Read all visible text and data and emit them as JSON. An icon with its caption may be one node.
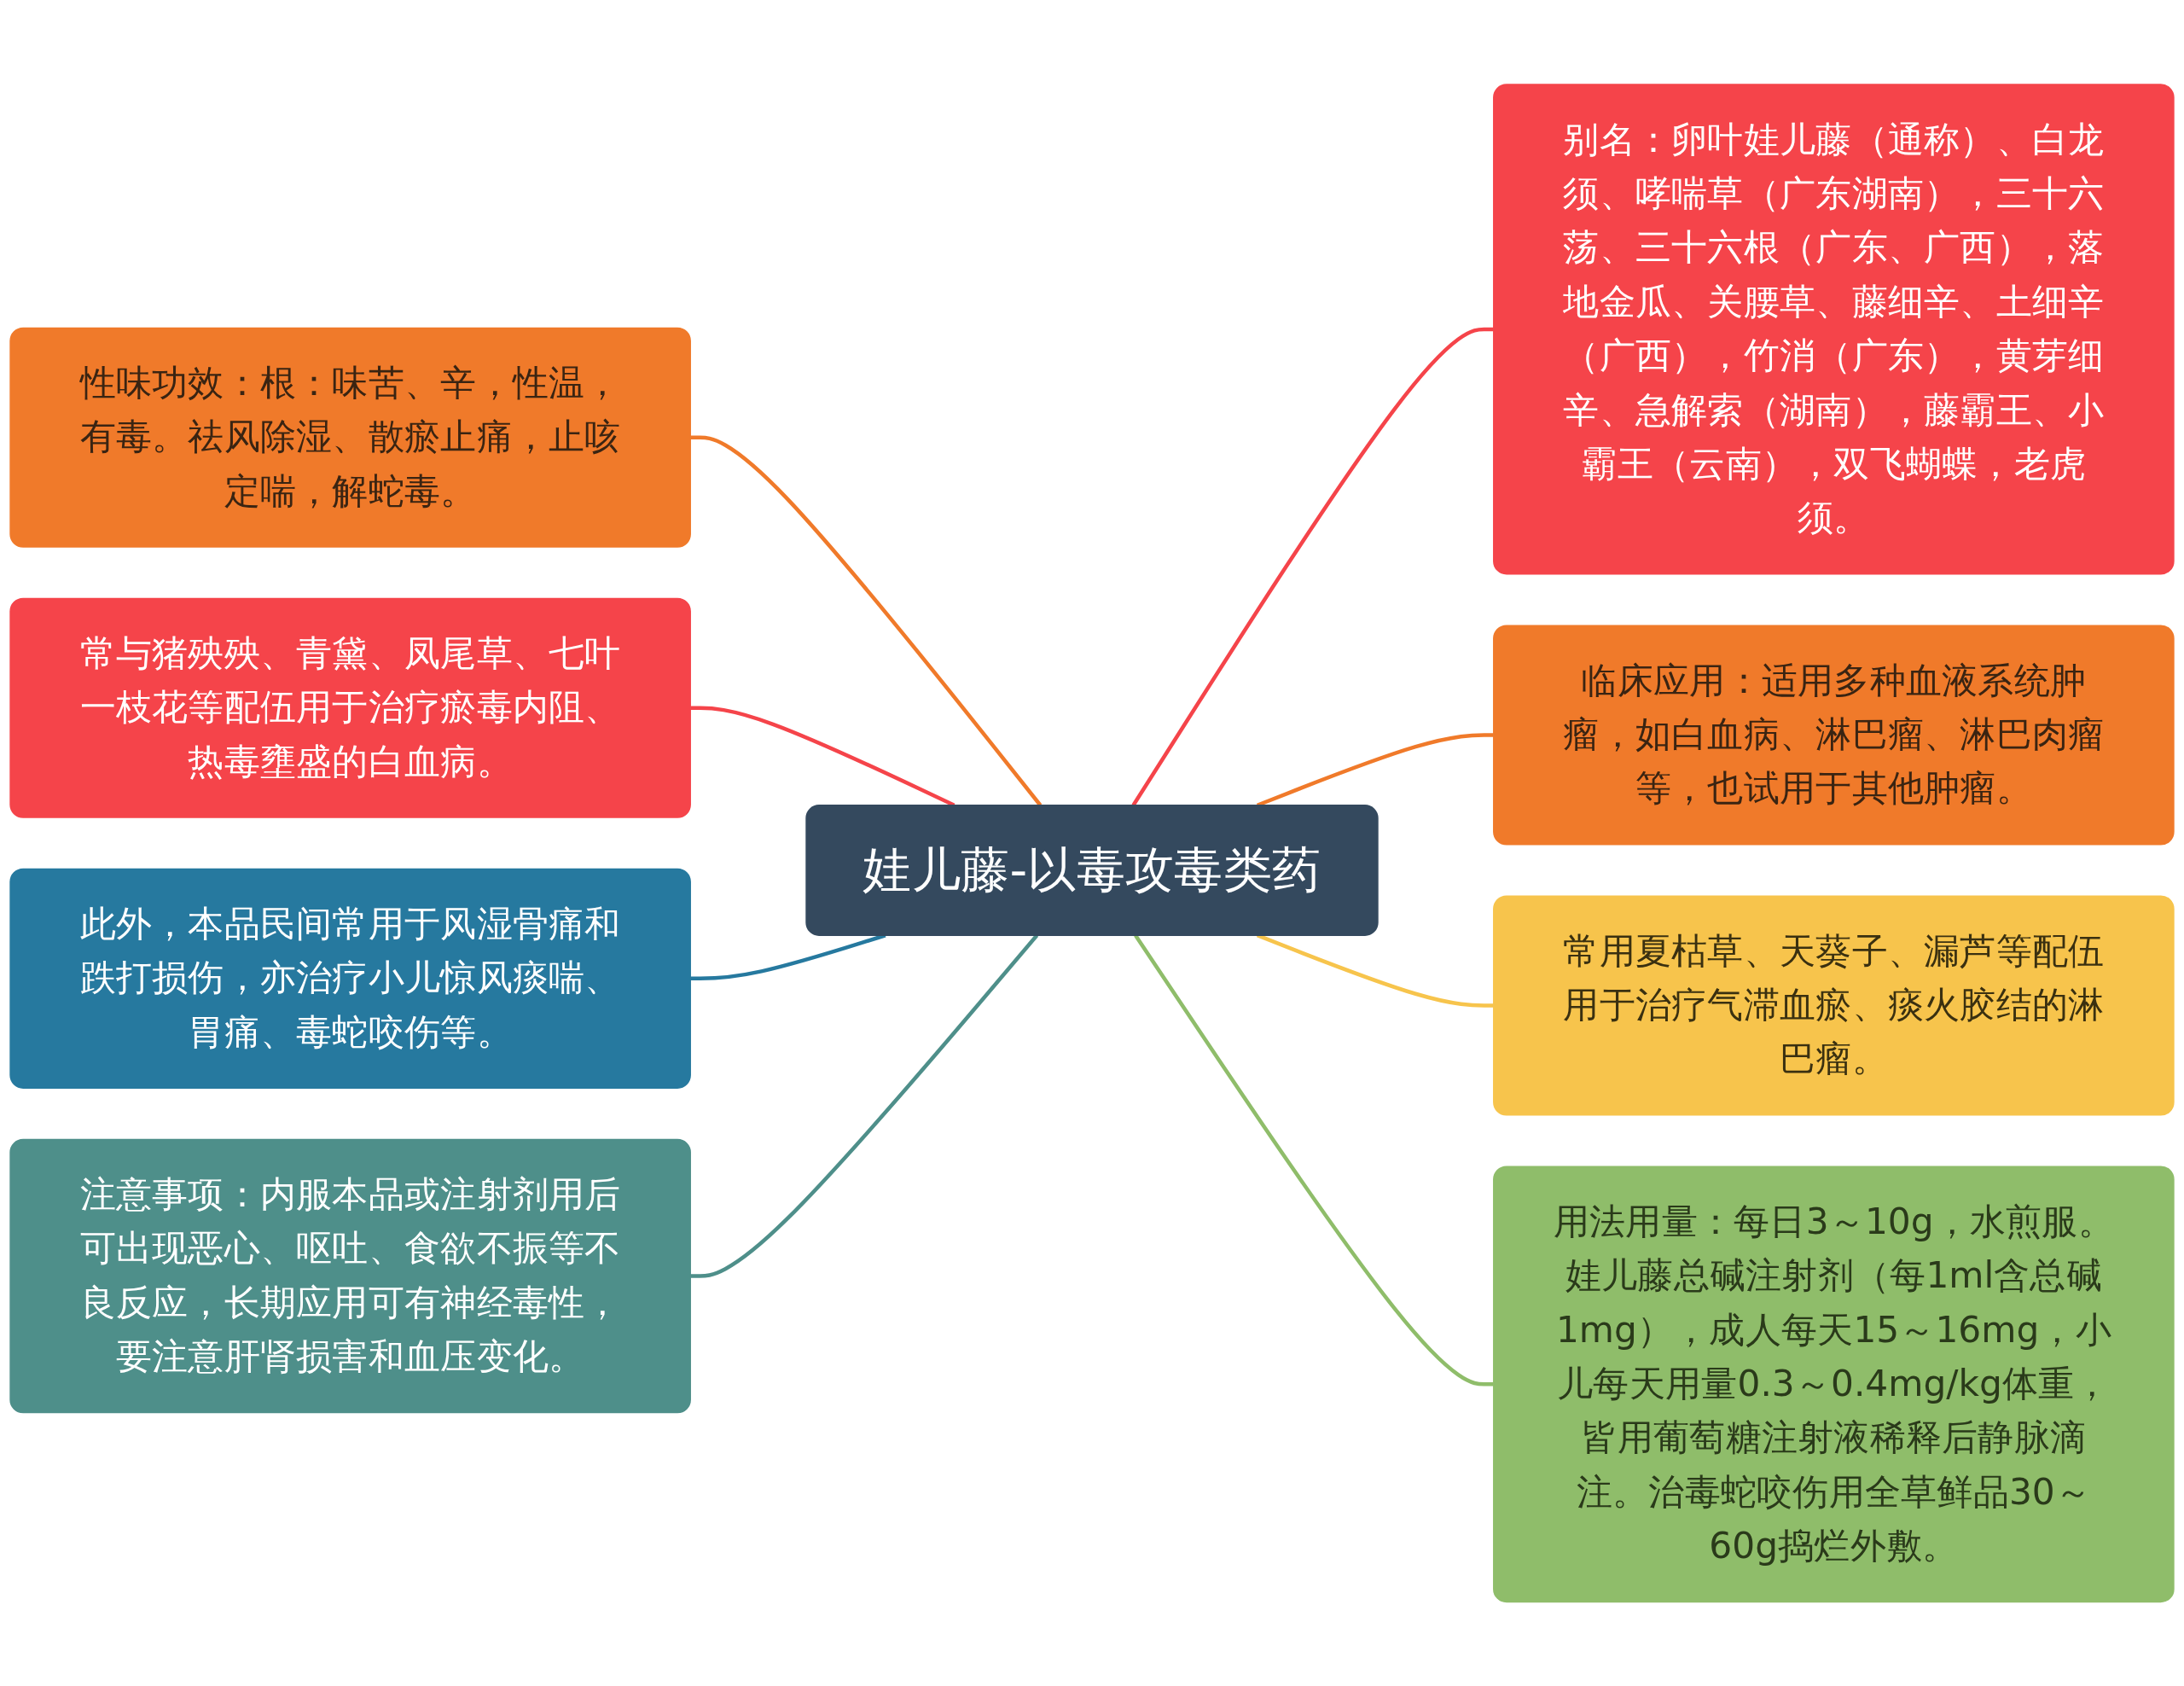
{
  "diagram": {
    "nodes": [
      {
        "text": [
          "娃儿藤-以毒攻毒类药"
        ]
      },
      {
        "text": [
          "性味功效：根：味苦、辛，性温，有毒。祛风除湿、散瘀止痛，止咳定喘，解蛇毒。"
        ]
      },
      {
        "text": [
          "常与猪殃殃、青黛、凤尾草、七叶一枝花等配伍用于治疗瘀毒内阻、热毒壅盛的白血病。"
        ]
      },
      {
        "text": [
          "此外，本品民间常用于风湿骨痛和跌打损伤，亦治疗小儿惊风痰喘、胃痛、毒蛇咬伤等。"
        ]
      },
      {
        "text": [
          "注意事项：内服本品或注射剂用后可出现恶心、呕吐、食欲不振等不良反应，长期应用可有神经毒性，要注意肝肾损害和血压变化。"
        ]
      },
      {
        "text": [
          "别名：卵叶娃儿藤（通称）、白龙须、哮喘草（广东湖南），三十六荡、三十六根（广东、广西），落地金瓜、关腰草、藤细辛、土细辛（广西），竹消（广东），黄芽细辛、急解索（湖南），藤霸王、小霸王（云南），双飞蝴蝶，老虎须。"
        ]
      },
      {
        "text": [
          "临床应用：适用多种血液系统肿瘤，如白血病、淋巴瘤、淋巴肉瘤等，也试用于其他肿瘤。"
        ]
      },
      {
        "text": [
          "常用夏枯草、天葵子、漏芦等配伍用于治疗气滞血瘀、痰火胶结的淋巴瘤。"
        ]
      },
      {
        "text": [
          "用法用量：每日3～10g，水煎服。娃儿藤总碱注射剂（每1ml含总碱1mg），成人每天15～16mg，小儿每天用量0.3～0.4mg/kg体重，皆用葡萄糖注射液稀释后静脉滴注。治毒蛇咬伤用全草鲜品30～60g捣烂外敷。"
        ]
      }
    ],
    "edges": [
      {
        "from": 0,
        "to": 1,
        "arrow": "none",
        "color": "#f07a2a"
      },
      {
        "from": 0,
        "to": 2,
        "arrow": "none",
        "color": "#f5444a"
      },
      {
        "from": 0,
        "to": 3,
        "arrow": "none",
        "color": "#26799f"
      },
      {
        "from": 0,
        "to": 4,
        "arrow": "none",
        "color": "#4e8f8a"
      },
      {
        "from": 0,
        "to": 5,
        "arrow": "none",
        "color": "#f5444a"
      },
      {
        "from": 0,
        "to": 6,
        "arrow": "none",
        "color": "#f07a2a"
      },
      {
        "from": 0,
        "to": 7,
        "arrow": "none",
        "color": "#f7c44c"
      },
      {
        "from": 0,
        "to": 8,
        "arrow": "none",
        "color": "#8fbd6a"
      }
    ]
  }
}
